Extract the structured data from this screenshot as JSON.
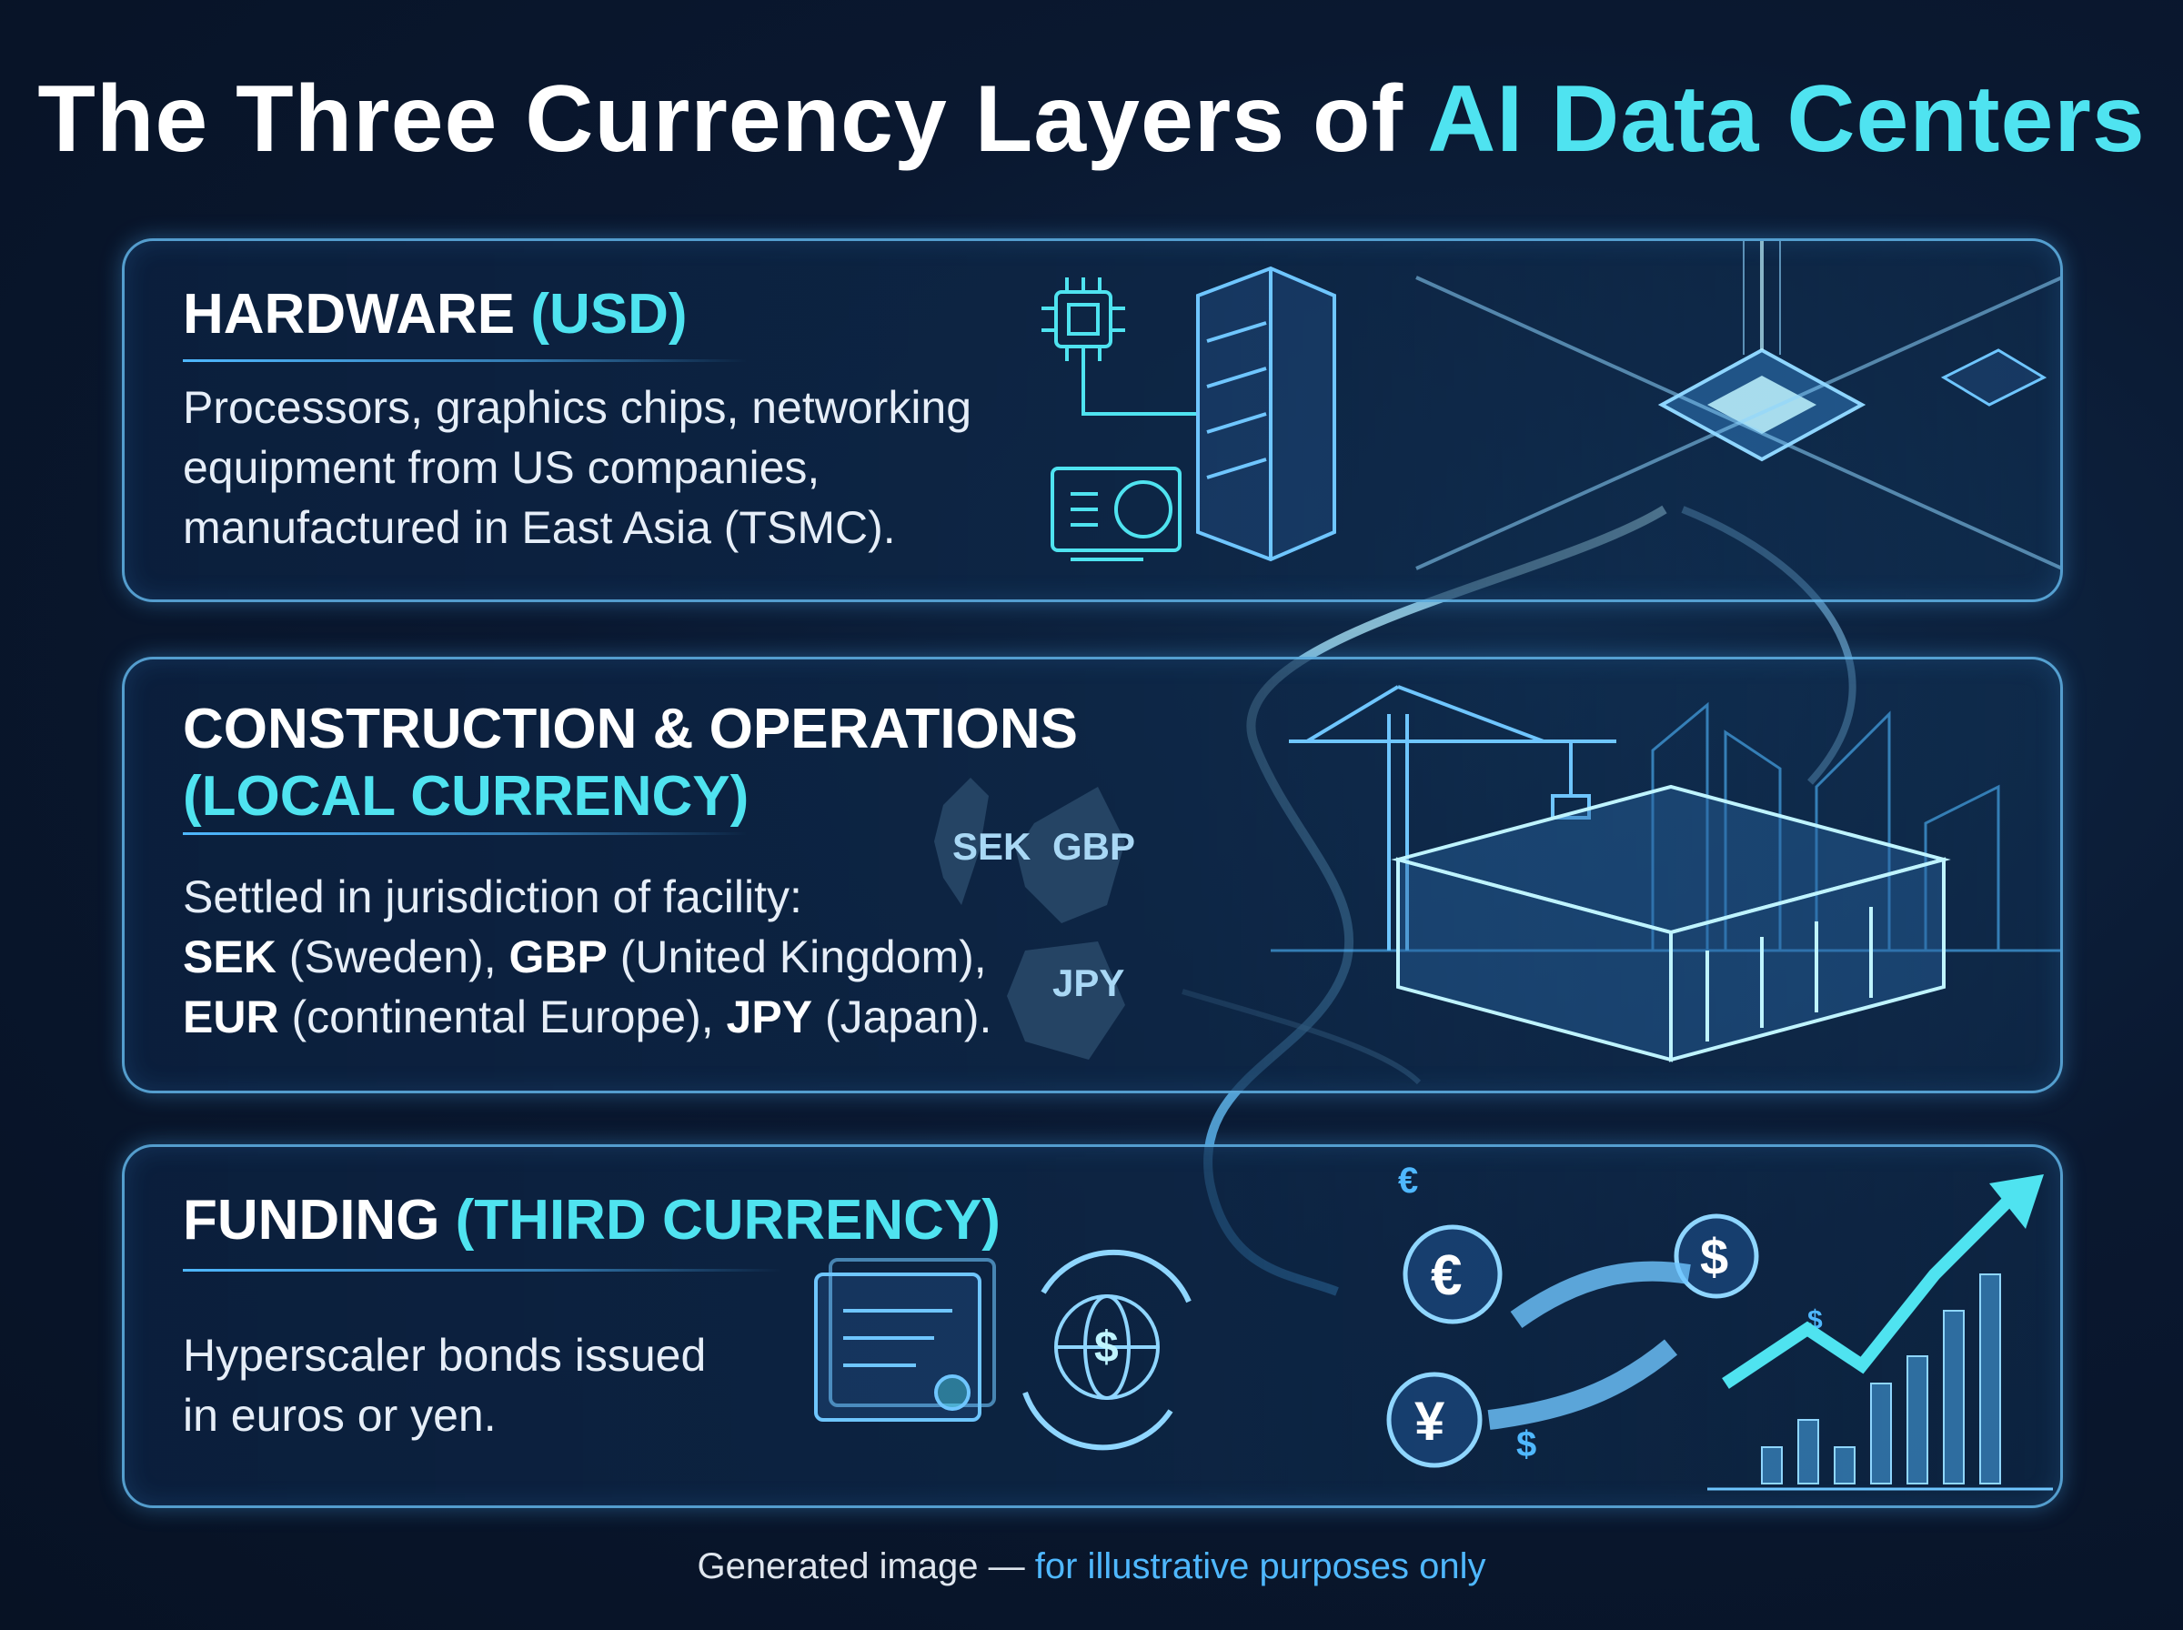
{
  "title": {
    "main": "The Three Currency Layers of ",
    "accent": "AI Data Centers"
  },
  "layers": [
    {
      "heading": "HARDWARE",
      "currency": "(USD)",
      "lines": [
        "Processors, graphics chips, networking",
        "equipment from US companies,",
        "manufactured in East Asia (TSMC)."
      ]
    },
    {
      "heading": "CONSTRUCTION & OPERATIONS",
      "currency": "(LOCAL CURRENCY)",
      "intro": "Settled in jurisdiction of facility:",
      "items": [
        {
          "code": "SEK",
          "desc": " (Sweden), "
        },
        {
          "code": "GBP",
          "desc": " (United Kingdom),"
        },
        {
          "code": "EUR",
          "desc": " (continental Europe), "
        },
        {
          "code": "JPY",
          "desc": " (Japan)."
        }
      ],
      "map_labels": [
        "SEK",
        "GBP",
        "JPY"
      ]
    },
    {
      "heading": "FUNDING",
      "currency": "(THIRD CURRENCY)",
      "lines": [
        "Hyperscaler bonds issued",
        "in euros or yen."
      ],
      "symbols": [
        "€",
        "$",
        "¥",
        "$",
        "€",
        "$"
      ]
    }
  ],
  "footer": {
    "main": "Generated image — ",
    "accent": "for illustrative purposes only"
  },
  "colors": {
    "accent_cyan": "#4fe3f0",
    "accent_blue": "#4fb8ff",
    "background": "#0a1830"
  }
}
